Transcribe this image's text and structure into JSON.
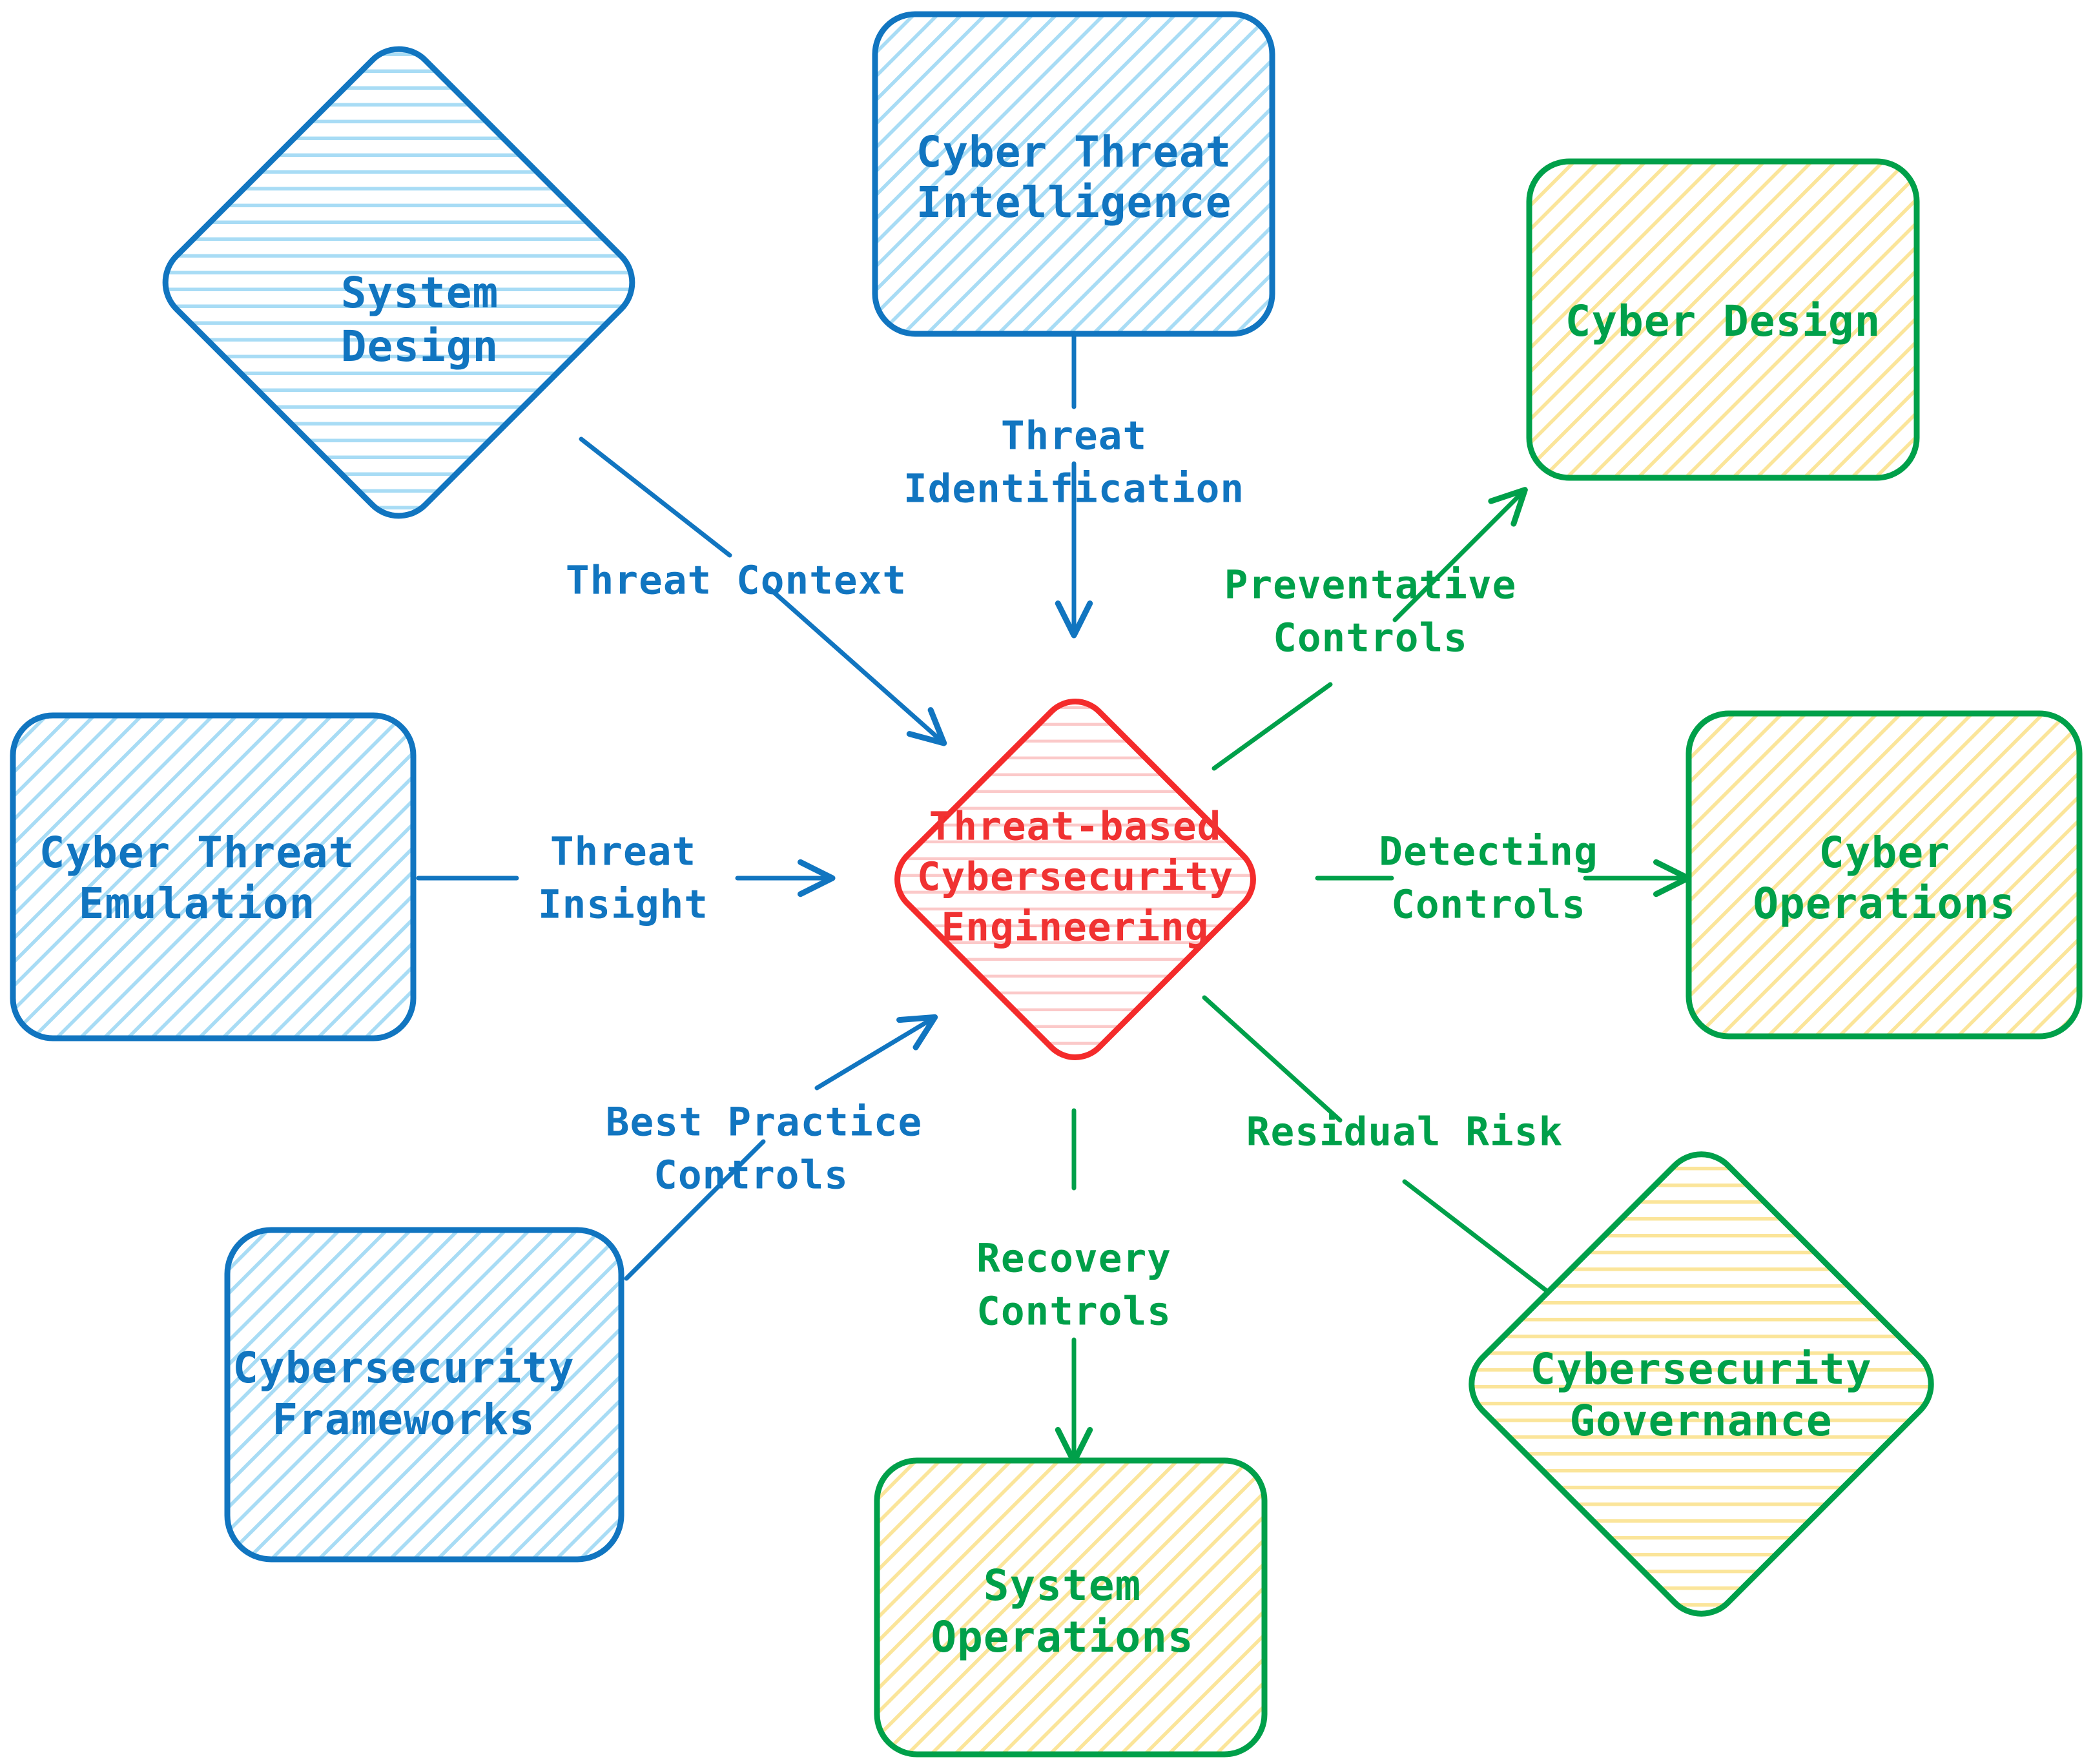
{
  "diagram": {
    "title": "Threat-based Cybersecurity Engineering relationship diagram",
    "colors": {
      "blue": "#1175c0",
      "green": "#00a04a",
      "red": "#f42b2b",
      "hatch_blue": "#a8dcf5",
      "hatch_yellow": "#fbe59a",
      "hatch_red": "#fbc9c9",
      "background": "#ffffff"
    },
    "center_node": {
      "id": "threat-based-cybersecurity-engineering",
      "shape": "diamond",
      "color_group": "red",
      "lines": [
        "Threat-based",
        "Cybersecurity",
        "Engineering"
      ]
    },
    "input_nodes": [
      {
        "id": "system-design",
        "shape": "diamond",
        "color_group": "blue",
        "lines": [
          "System",
          "Design"
        ]
      },
      {
        "id": "cyber-threat-intelligence",
        "shape": "rounded-rect",
        "color_group": "blue",
        "lines": [
          "Cyber Threat",
          "Intelligence"
        ]
      },
      {
        "id": "cyber-threat-emulation",
        "shape": "rounded-rect",
        "color_group": "blue",
        "lines": [
          "Cyber Threat",
          "Emulation"
        ]
      },
      {
        "id": "cybersecurity-frameworks",
        "shape": "rounded-rect",
        "color_group": "blue",
        "lines": [
          "Cybersecurity",
          "Frameworks"
        ]
      }
    ],
    "output_nodes": [
      {
        "id": "cyber-design",
        "shape": "rounded-rect",
        "color_group": "green",
        "lines": [
          "Cyber Design"
        ]
      },
      {
        "id": "cyber-operations",
        "shape": "rounded-rect",
        "color_group": "green",
        "lines": [
          "Cyber",
          "Operations"
        ]
      },
      {
        "id": "cybersecurity-governance",
        "shape": "diamond",
        "color_group": "green",
        "lines": [
          "Cybersecurity",
          "Governance"
        ]
      },
      {
        "id": "system-operations",
        "shape": "rounded-rect",
        "color_group": "green",
        "lines": [
          "System",
          "Operations"
        ]
      }
    ],
    "edges": [
      {
        "id": "threat-context",
        "from": "system-design",
        "to": "threat-based-cybersecurity-engineering",
        "color_group": "blue",
        "lines": [
          "Threat Context"
        ]
      },
      {
        "id": "threat-identification",
        "from": "cyber-threat-intelligence",
        "to": "threat-based-cybersecurity-engineering",
        "color_group": "blue",
        "lines": [
          "Threat",
          "Identification"
        ]
      },
      {
        "id": "threat-insight",
        "from": "cyber-threat-emulation",
        "to": "threat-based-cybersecurity-engineering",
        "color_group": "blue",
        "lines": [
          "Threat",
          "Insight"
        ]
      },
      {
        "id": "best-practice-controls",
        "from": "cybersecurity-frameworks",
        "to": "threat-based-cybersecurity-engineering",
        "color_group": "blue",
        "lines": [
          "Best Practice",
          "Controls"
        ]
      },
      {
        "id": "preventative-controls",
        "from": "threat-based-cybersecurity-engineering",
        "to": "cyber-design",
        "color_group": "green",
        "lines": [
          "Preventative",
          "Controls"
        ]
      },
      {
        "id": "detecting-controls",
        "from": "threat-based-cybersecurity-engineering",
        "to": "cyber-operations",
        "color_group": "green",
        "lines": [
          "Detecting",
          "Controls"
        ]
      },
      {
        "id": "residual-risk",
        "from": "threat-based-cybersecurity-engineering",
        "to": "cybersecurity-governance",
        "color_group": "green",
        "lines": [
          "Residual Risk"
        ]
      },
      {
        "id": "recovery-controls",
        "from": "threat-based-cybersecurity-engineering",
        "to": "system-operations",
        "color_group": "green",
        "lines": [
          "Recovery",
          "Controls"
        ]
      }
    ],
    "labels": {
      "node_system_design_1": "System",
      "node_system_design_2": "Design",
      "node_cti_1": "Cyber Threat",
      "node_cti_2": "Intelligence",
      "node_cte_1": "Cyber Threat",
      "node_cte_2": "Emulation",
      "node_csf_1": "Cybersecurity",
      "node_csf_2": "Frameworks",
      "node_center_1": "Threat-based",
      "node_center_2": "Cybersecurity",
      "node_center_3": "Engineering",
      "node_cyber_design_1": "Cyber Design",
      "node_cyber_ops_1": "Cyber",
      "node_cyber_ops_2": "Operations",
      "node_csgov_1": "Cybersecurity",
      "node_csgov_2": "Governance",
      "node_sysops_1": "System",
      "node_sysops_2": "Operations",
      "edge_threat_context_1": "Threat Context",
      "edge_threat_ident_1": "Threat",
      "edge_threat_ident_2": "Identification",
      "edge_threat_insight_1": "Threat",
      "edge_threat_insight_2": "Insight",
      "edge_best_practice_1": "Best Practice",
      "edge_best_practice_2": "Controls",
      "edge_preventative_1": "Preventative",
      "edge_preventative_2": "Controls",
      "edge_detecting_1": "Detecting",
      "edge_detecting_2": "Controls",
      "edge_residual_risk_1": "Residual Risk",
      "edge_recovery_1": "Recovery",
      "edge_recovery_2": "Controls"
    }
  }
}
